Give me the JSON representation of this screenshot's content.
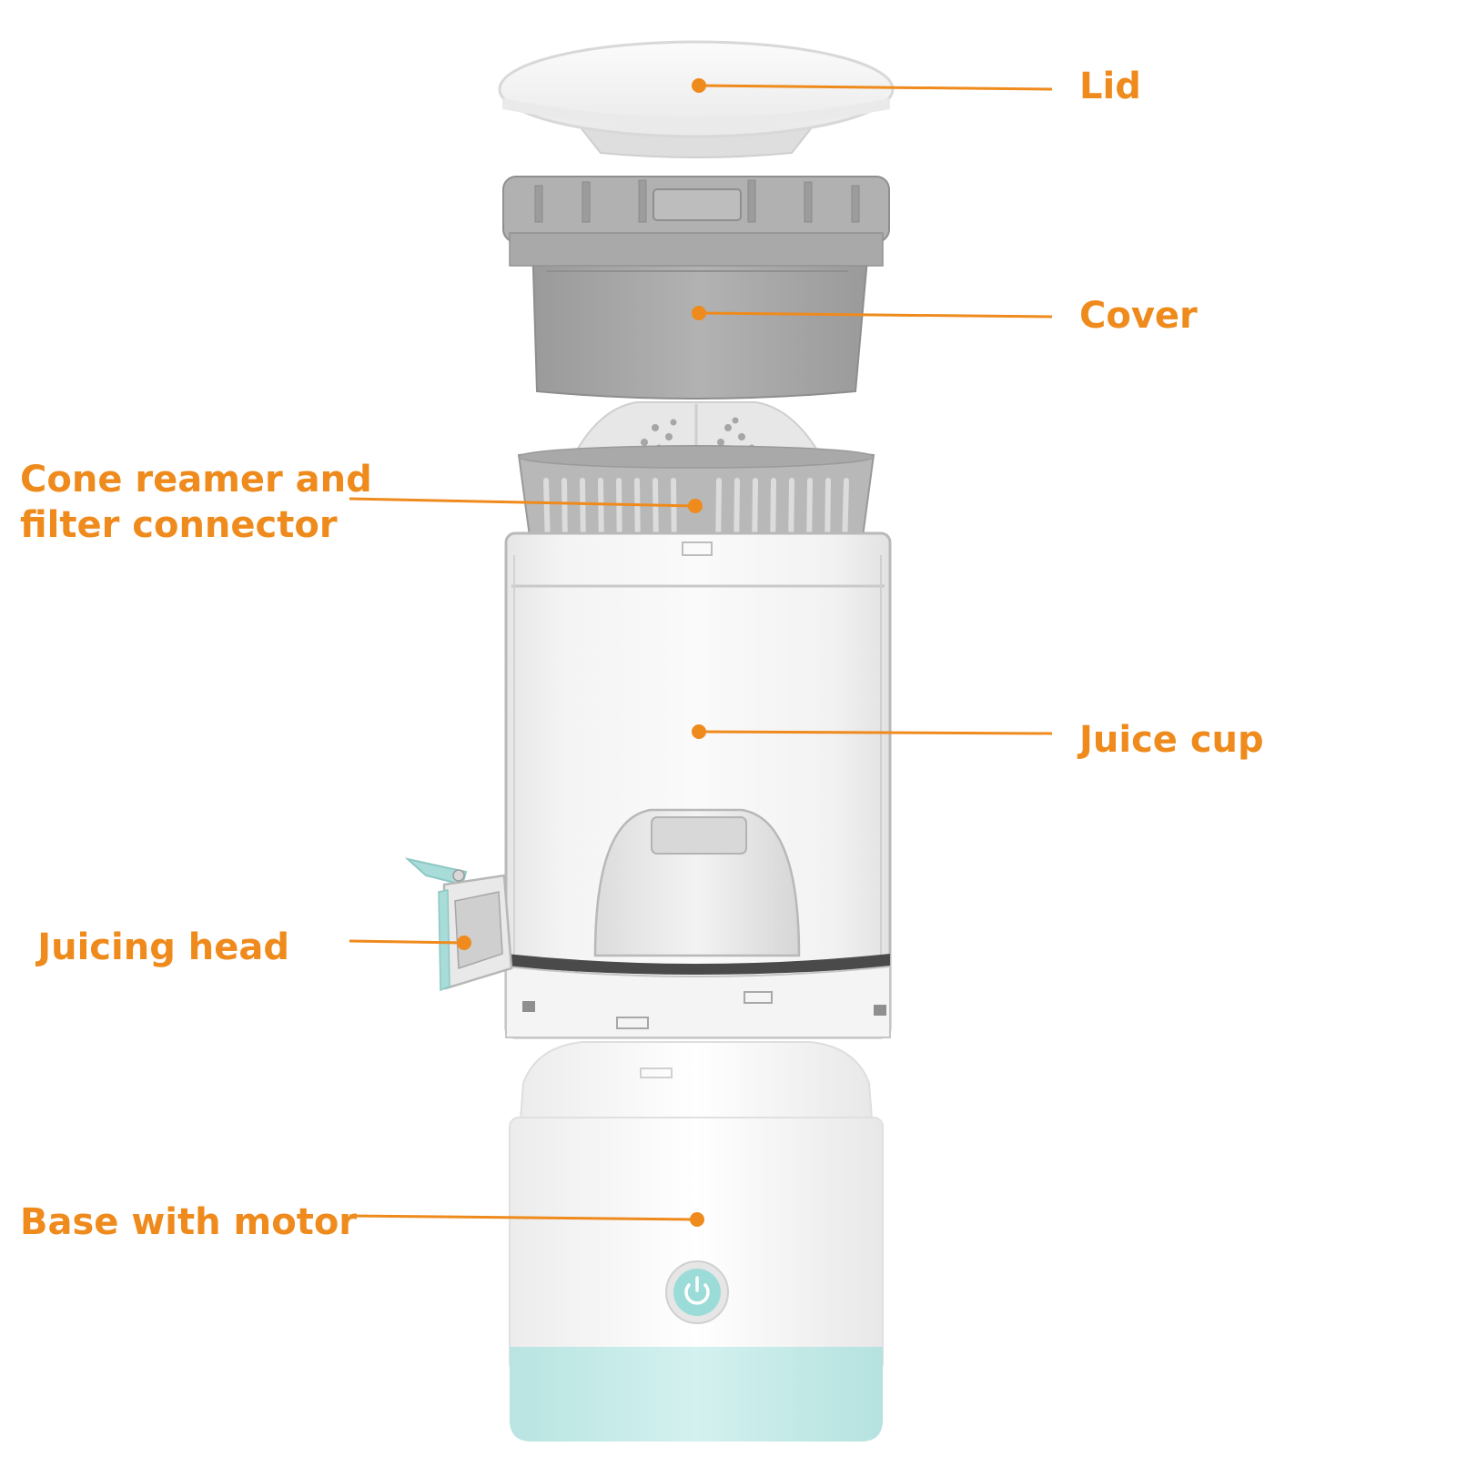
{
  "labels": {
    "lid": "Lid",
    "cover": "Cover",
    "cone_line1": "Cone reamer and",
    "cone_line2": "filter connector",
    "juice_cup": "Juice cup",
    "juicing_head": "Juicing head",
    "base": "Base with motor"
  },
  "colors": {
    "accent": "#ef8a1c",
    "cover_gray": "#a3a3a3",
    "base_mint": "#c6ecea",
    "button_mint": "#9cdcd8"
  },
  "icons": {
    "power_button": "power-icon"
  }
}
